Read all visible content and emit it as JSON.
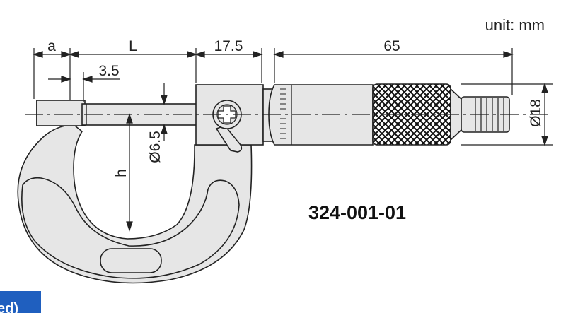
{
  "unit_label": "unit: mm",
  "model_number": "324-001-01",
  "dimensions": {
    "a": "a",
    "L": "L",
    "length_1": "17.5",
    "length_2": "65",
    "length_3": "3.5",
    "spindle_diameter": "Ø6.5",
    "sleeve_diameter": "Ø18",
    "h": "h"
  },
  "corner_tab_text": "ed)",
  "colors": {
    "body_fill": "#e6e6e6",
    "stroke": "#222222",
    "tab_blue": "#1f5fbf"
  }
}
